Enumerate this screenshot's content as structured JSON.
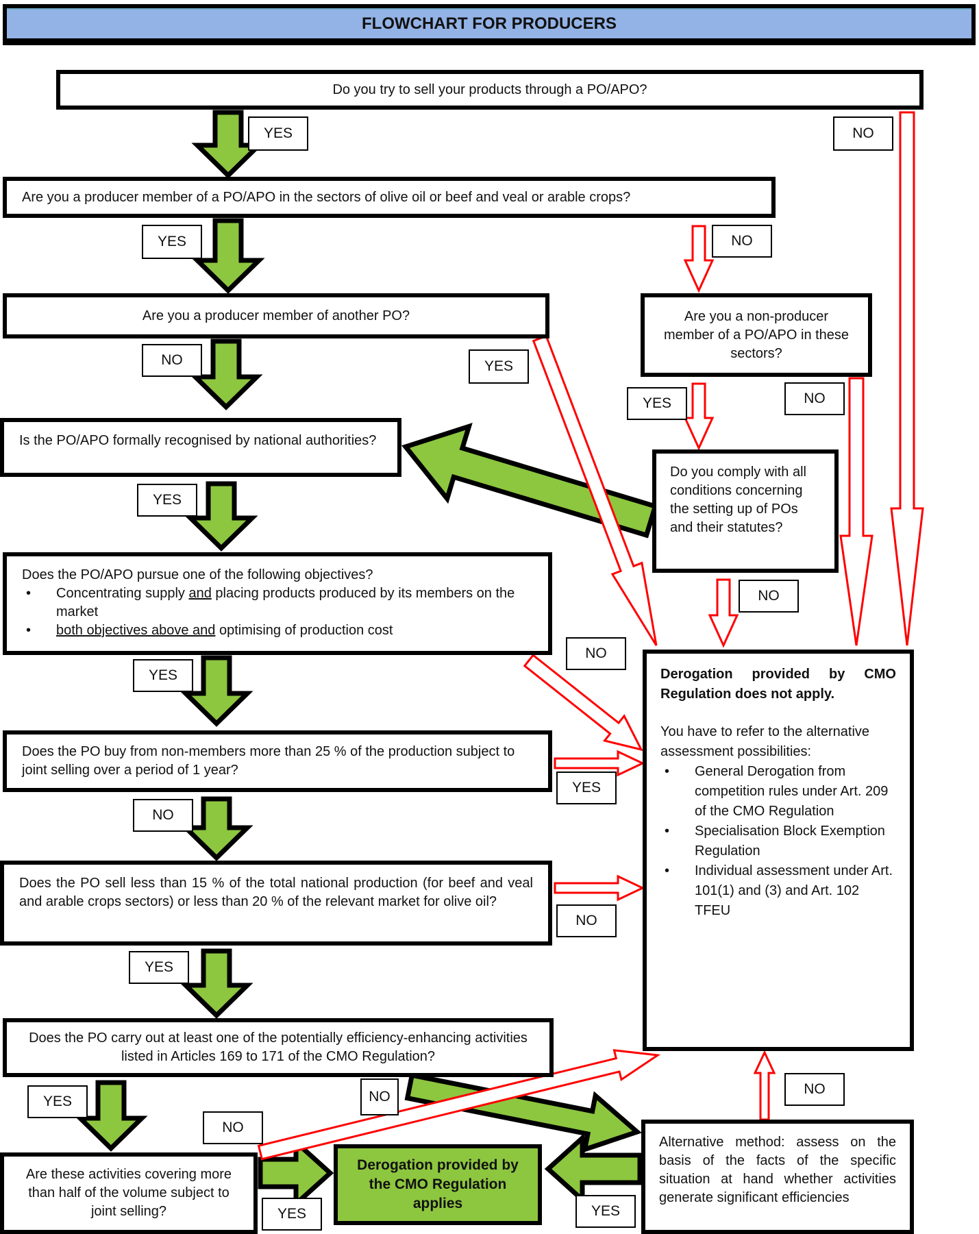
{
  "title": "FLOWCHART FOR PRODUCERS",
  "colors": {
    "title_bg": "#93b3e6",
    "yes_arrow": "#8dc63f",
    "no_arrow": "#ff0000",
    "result_box": "#8dc63f"
  },
  "nodes": {
    "q1": "Do you try to sell your products through a PO/APO?",
    "q2": "Are you a producer member of a PO/APO in the sectors of olive oil or beef and veal or arable crops?",
    "q3": "Are you a producer member of another PO?",
    "q3b": "Are you a non-producer member of a PO/APO in these sectors?",
    "q4": "Is the PO/APO formally recognised by national authorities?",
    "q4b": "Do you comply with all conditions concerning the setting up of POs and their statutes?",
    "q5": {
      "intro": "Does the PO/APO pursue one of the following objectives?",
      "bullet1_a": "Concentrating supply ",
      "bullet1_u": "and",
      "bullet1_b": " placing products produced by its members on the market",
      "bullet2_u": "both objectives above and",
      "bullet2_b": " optimising of production cost"
    },
    "q6": "Does the PO buy from non-members more than 25 % of the production subject to joint selling over a period of 1 year?",
    "q7": "Does the PO sell less than 15 % of the total national production (for beef and veal and arable crops sectors) or less than 20 % of the relevant market for olive oil?",
    "q8": "Does the PO carry out at least one of the potentially efficiency-enhancing activities listed in Articles 169 to 171 of the CMO Regulation?",
    "q9": "Are these activities covering more than half of the volume subject to joint selling?",
    "result_applies": "Derogation provided by the CMO Regulation applies",
    "alternative": "Alternative method: assess on the basis of the facts of the specific situation at hand whether activities generate significant efficiencies",
    "not_apply": {
      "heading": "Derogation provided by CMO Regulation does not apply.",
      "intro": "You have to refer to the alternative assessment possibilities:",
      "items": [
        "General Derogation from competition rules under Art. 209 of the CMO Regulation",
        "Specialisation Block Exemption Regulation",
        "Individual assessment under Art. 101(1) and (3) and Art. 102 TFEU"
      ]
    }
  },
  "labels": {
    "q1_yes": "YES",
    "q1_no": "NO",
    "q2_yes": "YES",
    "q2_no": "NO",
    "q3_no": "NO",
    "q3_yes": "YES",
    "q3b_yes": "YES",
    "q3b_no": "NO",
    "q4_yes": "YES",
    "q4b_no": "NO",
    "q5_yes": "YES",
    "q5_no": "NO",
    "q6_yes": "YES",
    "q6_no": "NO",
    "q7_yes": "YES",
    "q7_no": "NO",
    "q8_yes": "YES",
    "q8_no": "NO",
    "q9_no": "NO",
    "q9_yes": "YES",
    "alt_yes": "YES",
    "alt_no": "NO"
  }
}
